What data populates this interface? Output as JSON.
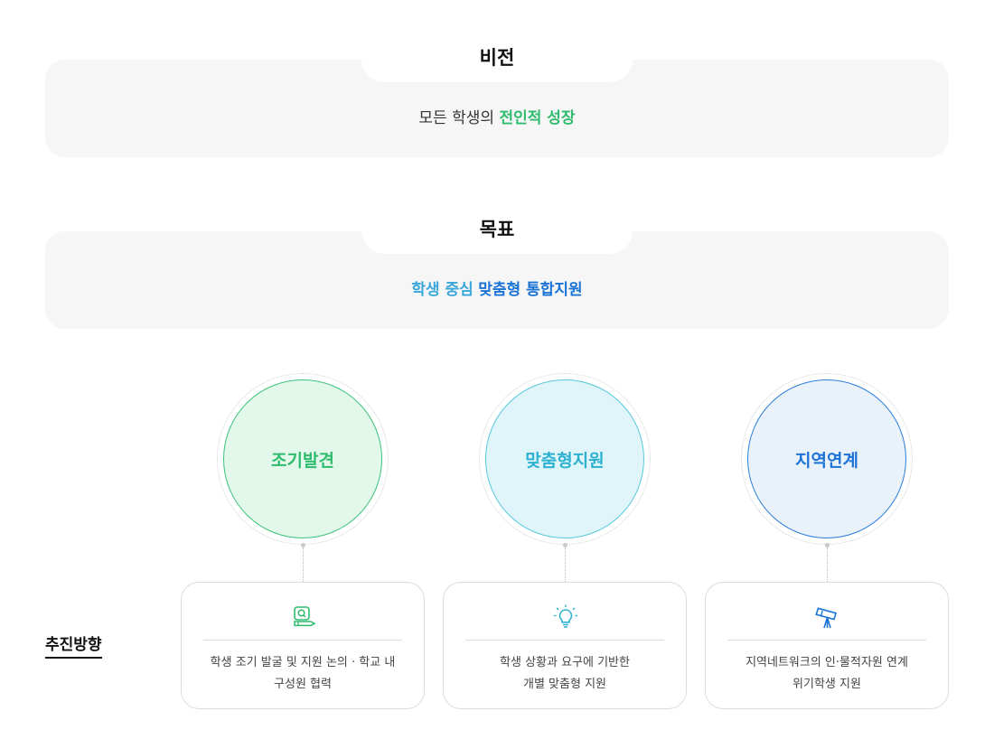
{
  "vision": {
    "title": "비전",
    "text_plain": "모든 학생의",
    "text_emphasis": "전인적 성장"
  },
  "goal": {
    "title": "목표",
    "text_part1": "학생 중심",
    "text_part2": "맞춤형 통합지원"
  },
  "strategies_label": "추진방향",
  "strategies": [
    {
      "circle_label": "조기발견",
      "icon": "search-pencil-icon",
      "accent": "#2fbb6e",
      "line1": "학생 조기 발굴 및 지원 논의 · 학교 내",
      "line2": "구성원 협력"
    },
    {
      "circle_label": "맞춤형지원",
      "icon": "lightbulb-icon",
      "accent": "#2db1d0",
      "line1": "학생 상황과 요구에 기반한",
      "line2": "개별 맞춤형 지원"
    },
    {
      "circle_label": "지역연계",
      "icon": "telescope-icon",
      "accent": "#1b73d6",
      "line1": "지역네트워크의 인·물적자원 연계",
      "line2": "위기학생 지원"
    }
  ]
}
